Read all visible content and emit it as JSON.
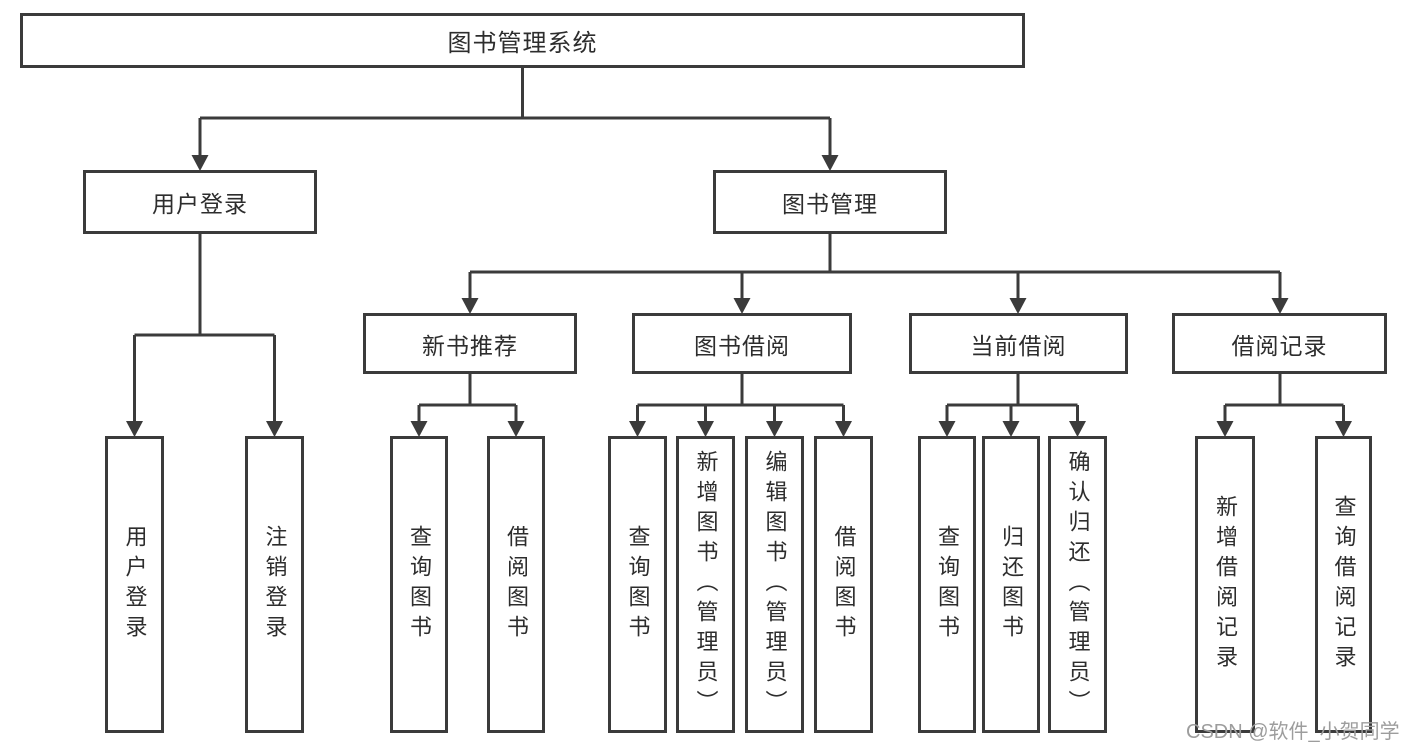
{
  "diagram": {
    "type": "hierarchy-tree",
    "levels": 4,
    "colors": {
      "line": "#3b3b3b",
      "node_border": "#3b3b3b",
      "node_background": "#ffffff",
      "text": "#2d2d2d",
      "watermark": "#9d9d9d",
      "page_background": "#ffffff"
    }
  },
  "root": {
    "label": "图书管理系统"
  },
  "level2": [
    {
      "label": "用户登录"
    },
    {
      "label": "图书管理"
    }
  ],
  "level3": [
    {
      "label": "新书推荐",
      "parent": "图书管理"
    },
    {
      "label": "图书借阅",
      "parent": "图书管理"
    },
    {
      "label": "当前借阅",
      "parent": "图书管理"
    },
    {
      "label": "借阅记录",
      "parent": "图书管理"
    }
  ],
  "leaves": [
    {
      "label": "用户登录",
      "parent": "用户登录"
    },
    {
      "label": "注销登录",
      "parent": "用户登录"
    },
    {
      "label": "查询图书",
      "parent": "新书推荐"
    },
    {
      "label": "借阅图书",
      "parent": "新书推荐"
    },
    {
      "label": "查询图书",
      "parent": "图书借阅"
    },
    {
      "label": "新增图书（管理员）",
      "parent": "图书借阅"
    },
    {
      "label": "编辑图书（管理员）",
      "parent": "图书借阅"
    },
    {
      "label": "借阅图书",
      "parent": "图书借阅"
    },
    {
      "label": "查询图书",
      "parent": "当前借阅"
    },
    {
      "label": "归还图书",
      "parent": "当前借阅"
    },
    {
      "label": "确认归还（管理员）",
      "parent": "当前借阅"
    },
    {
      "label": "新增借阅记录",
      "parent": "借阅记录"
    },
    {
      "label": "查询借阅记录",
      "parent": "借阅记录"
    }
  ],
  "watermark": {
    "text": "CSDN @软件_小贺同学"
  }
}
